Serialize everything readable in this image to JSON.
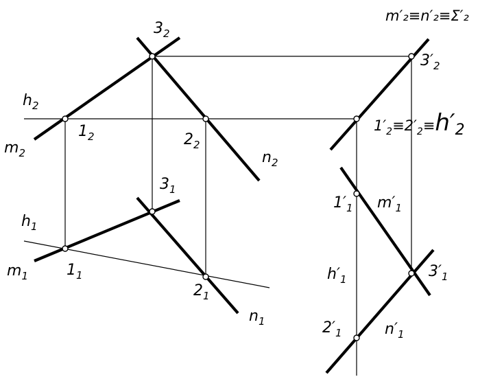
{
  "labels": {
    "p3_2": {
      "main": "3",
      "sub": "2"
    },
    "h_2": {
      "main": "h",
      "sub": "2"
    },
    "m_2": {
      "main": "m",
      "sub": "2"
    },
    "p1_2": {
      "main": "1",
      "sub": "2"
    },
    "p2_2": {
      "main": "2",
      "sub": "2"
    },
    "n_2": {
      "main": "n",
      "sub": "2"
    },
    "p3_1": {
      "main": "3",
      "sub": "1"
    },
    "h_1": {
      "main": "h",
      "sub": "1"
    },
    "m_1": {
      "main": "m",
      "sub": "1"
    },
    "p1_1": {
      "main": "1",
      "sub": "1"
    },
    "p2_1": {
      "main": "2",
      "sub": "1"
    },
    "n_1": {
      "main": "n",
      "sub": "1"
    },
    "sigma_line": "m′₂≡n′₂≡Σ′₂",
    "p3p_2": {
      "main": "3′",
      "sub": "2"
    },
    "coincide_line": {
      "a": "1′",
      "as": "2",
      "eq1": "≡",
      "b": "2′",
      "bs": "2",
      "eq2": "≡",
      "c": "h′",
      "cs": "2"
    },
    "p1p_1": {
      "main": "1′",
      "sub": "1"
    },
    "mp_1": {
      "main": "m′",
      "sub": "1"
    },
    "hp_1": {
      "main": "h′",
      "sub": "1"
    },
    "p3p_1": {
      "main": "3′",
      "sub": "1"
    },
    "p2p_1": {
      "main": "2′",
      "sub": "1"
    },
    "np_1": {
      "main": "n′",
      "sub": "1"
    }
  },
  "colors": {
    "line": "#000000",
    "background": "#ffffff",
    "point_fill": "#ffffff"
  }
}
